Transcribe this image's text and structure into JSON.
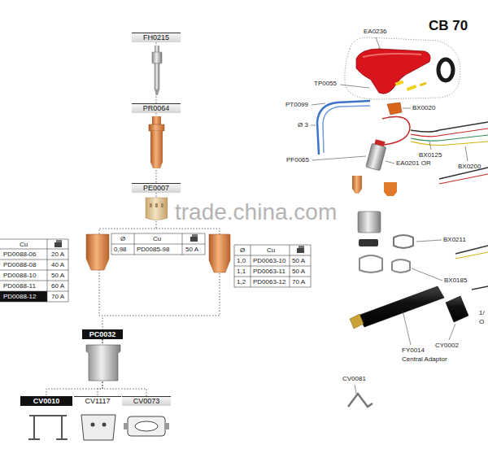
{
  "diagram": {
    "title": "CB 70",
    "nodes": [
      {
        "text": [
          "FH0215"
        ]
      },
      {
        "text": [
          "PR0064"
        ]
      },
      {
        "text": [
          "PE0007"
        ]
      },
      {
        "text": [
          "PC0032"
        ]
      },
      {
        "text": [
          "CV0010"
        ]
      },
      {
        "text": [
          "CV1117"
        ]
      },
      {
        "text": [
          "CV0073"
        ]
      }
    ],
    "edges": [
      {
        "from": 0,
        "to": 1,
        "arrow": "none"
      },
      {
        "from": 1,
        "to": 2,
        "arrow": "none"
      },
      {
        "from": 2,
        "to": 3,
        "arrow": "none"
      },
      {
        "from": 3,
        "to": 4,
        "arrow": "none"
      },
      {
        "from": 3,
        "to": 5,
        "arrow": "none"
      },
      {
        "from": 3,
        "to": 6,
        "arrow": "none"
      }
    ],
    "labels": [
      "Cu",
      "PD0088-06",
      "20 A",
      "PD0088-08",
      "40 A",
      "PD0088-10",
      "50 A",
      "PD0088-11",
      "60 A",
      "PD0088-12",
      "70 A",
      "Ø",
      "Cu",
      "0,98",
      "PD0085-98",
      "50 A",
      "Ø",
      "Cu",
      "1,0",
      "PD0063-10",
      "50 A",
      "1,1",
      "PD0063-11",
      "50 A",
      "1,2",
      "PD0063-12",
      "70 A",
      "EA0236",
      "TP0055",
      "PT0099",
      "Ø 3",
      "BX0020",
      "PF0065",
      "EA0201 OR",
      "BX0125",
      "BX0200",
      "BX0211",
      "BX0185",
      "CY0002",
      "FY0014",
      "Central Adaptor",
      "CV0081",
      "1/",
      "O",
      "trade.china.com"
    ]
  }
}
